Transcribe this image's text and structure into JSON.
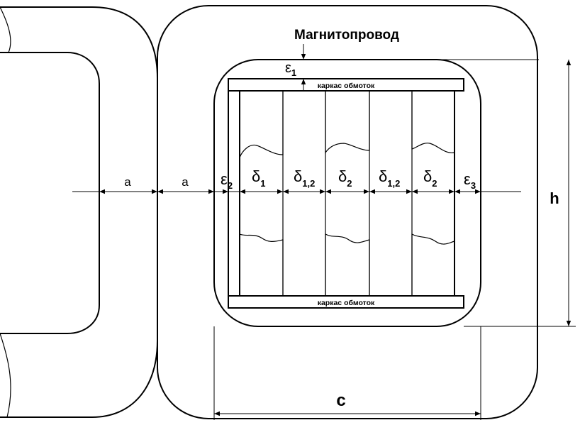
{
  "title": "Магнитопровод",
  "frame_label_top": "каркас обмоток",
  "frame_label_bottom": "каркас обмоток",
  "dim_a_left": "a",
  "dim_a_right": "a",
  "gaps": [
    {
      "base": "ε",
      "sub": "2"
    },
    {
      "base": "δ",
      "sub": "1"
    },
    {
      "base": "δ",
      "sub": "1,2"
    },
    {
      "base": "δ",
      "sub": "2"
    },
    {
      "base": "δ",
      "sub": "1,2"
    },
    {
      "base": "δ",
      "sub": "2"
    },
    {
      "base": "ε",
      "sub": "3"
    }
  ],
  "eps1": {
    "base": "ε",
    "sub": "1"
  },
  "dim_h": "h",
  "dim_c": "c"
}
